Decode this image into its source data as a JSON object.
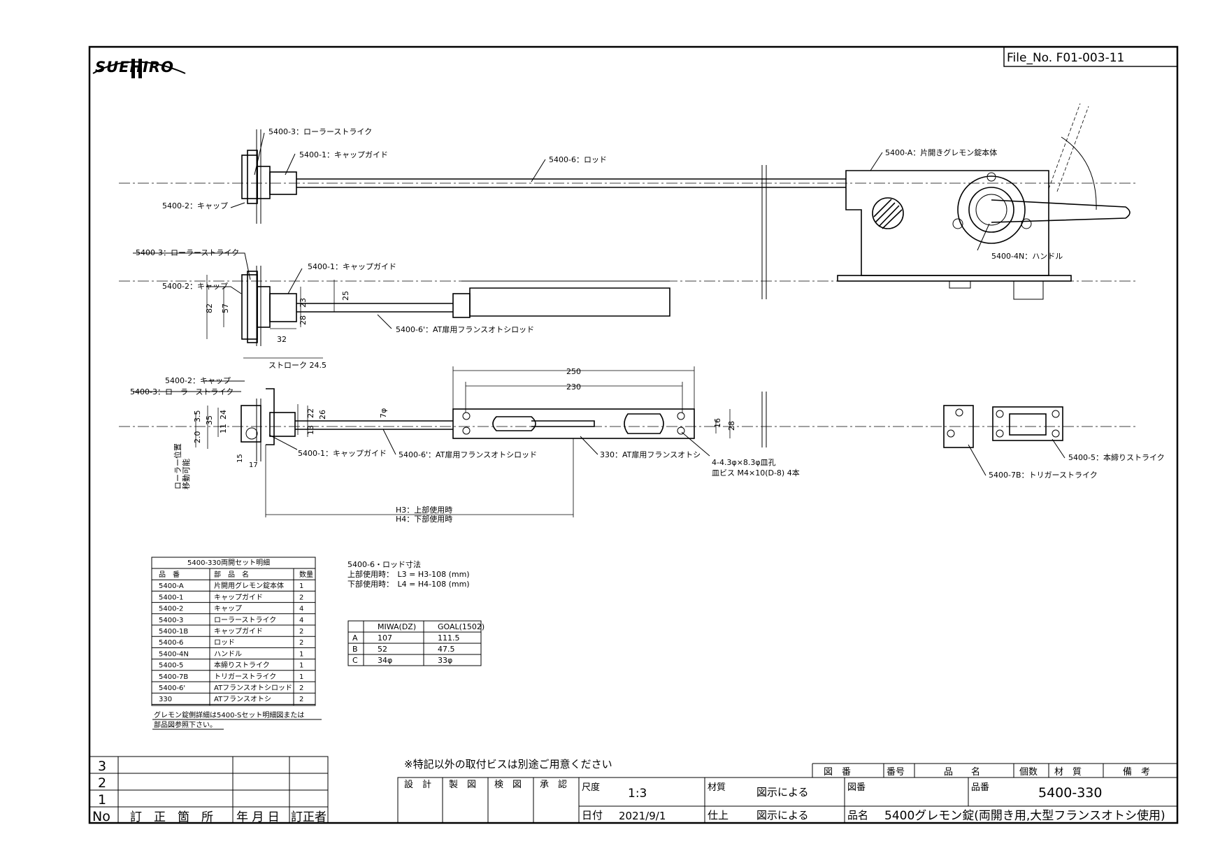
{
  "file_no": "File_No. F01-003-11",
  "logo_text": "SUEHIRO",
  "callouts": {
    "roller_strike_a": "5400-3：ローラーストライク",
    "cap_guide_a": "5400-1：キャップガイド",
    "rod_a": "5400-6：ロッド",
    "cap_a": "5400-2：キャップ",
    "body": "5400-A：片開きグレモン錠本体",
    "handle": "5400-4N：ハンドル",
    "roller_strike_b": "5400-3：ローラーストライク",
    "cap_b": "5400-2：キャップ",
    "cap_guide_b": "5400-1：キャップガイド",
    "at_rod_b": "5400-6'：AT扉用フランスオトシロッド",
    "cap_c": "5400-2：キャップ",
    "roller_strike_c": "5400-3：ローラーストライク",
    "cap_guide_c": "5400-1：キャップガイド",
    "at_rod_c": "5400-6'：AT扉用フランスオトシロッド",
    "flush_bolt": "330：AT扉用フランスオトシ",
    "holes_1": "4-4.3φ×8.3φ皿孔",
    "holes_2": "皿ビス M4×10(D-8) 4本",
    "main_strike": "5400-5：本締りストライク",
    "trigger_strike": "5400-7B：トリガーストライク",
    "roller_pos_1": "ローラー位置",
    "roller_pos_2": "移動可能",
    "h3": "H3：上部使用時",
    "h4": "H4：下部使用時"
  },
  "dims": {
    "d82": "82",
    "d57": "57",
    "d23": "23",
    "d28a": "28",
    "d25": "25",
    "d32": "32",
    "stroke": "ストローク 24.5",
    "d250": "250",
    "d230": "230",
    "d35": "35",
    "d24": "24",
    "d11": "11",
    "d3_5": "3.5",
    "d2_0": "2.0",
    "d22": "22",
    "d26": "26",
    "d13": "13",
    "d7": "7φ",
    "d16": "16",
    "d28b": "28",
    "d15": "15",
    "d17": "17"
  },
  "parts_table": {
    "title": "5400-330両開セット明細",
    "headers": [
      "品　番",
      "部　品　名",
      "数量"
    ],
    "rows": [
      [
        "5400-A",
        "片開用グレモン錠本体",
        "1"
      ],
      [
        "5400-1",
        "キャップガイド",
        "2"
      ],
      [
        "5400-2",
        "キャップ",
        "4"
      ],
      [
        "5400-3",
        "ローラーストライク",
        "4"
      ],
      [
        "5400-1B",
        "キャップガイド",
        "2"
      ],
      [
        "5400-6",
        "ロッド",
        "2"
      ],
      [
        "5400-4N",
        "ハンドル",
        "1"
      ],
      [
        "5400-5",
        "本締りストライク",
        "1"
      ],
      [
        "5400-7B",
        "トリガーストライク",
        "1"
      ],
      [
        "5400-6'",
        "ATフランスオトシロッド",
        "2"
      ],
      [
        "330",
        "ATフランスオトシ",
        "2"
      ]
    ],
    "note_1": "グレモン錠側詳細は5400-Sセット明細図または",
    "note_2": "部品図参照下さい。"
  },
  "rod_note": {
    "title": "5400-6・ロッド寸法",
    "line1": "上部使用時：　L3 = H3-108 (mm)",
    "line2": "下部使用時：　L4 = H4-108 (mm)"
  },
  "abc_table": {
    "headers": [
      "",
      "MIWA(DZ)",
      "GOAL(1502)"
    ],
    "rows": [
      [
        "A",
        "107",
        "111.5"
      ],
      [
        "B",
        "52",
        "47.5"
      ],
      [
        "C",
        "34φ",
        "33φ"
      ]
    ]
  },
  "screw_note": "※特記以外の取付ビスは別途ご用意ください",
  "revision": {
    "rows": [
      "3",
      "2",
      "1"
    ],
    "headers": [
      "No",
      "訂　正　箇　所",
      "年 月 日",
      "訂正者"
    ]
  },
  "title_block": {
    "top_headers": [
      "図　番",
      "番号",
      "品　　名",
      "個数",
      "材　質",
      "備　考"
    ],
    "sign": [
      "設　計",
      "製　図",
      "検　図",
      "承　認"
    ],
    "scale_label": "尺度",
    "scale": "1:3",
    "date_label": "日付",
    "date": "2021/9/1",
    "material_label": "材質",
    "material": "図示による",
    "finish_label": "仕上",
    "finish": "図示による",
    "drawing_no_label": "図番",
    "part_no_label": "品番",
    "part_no": "5400-330",
    "name_label": "品名",
    "name": "5400グレモン錠(両開き用,大型フランスオトシ使用)"
  }
}
